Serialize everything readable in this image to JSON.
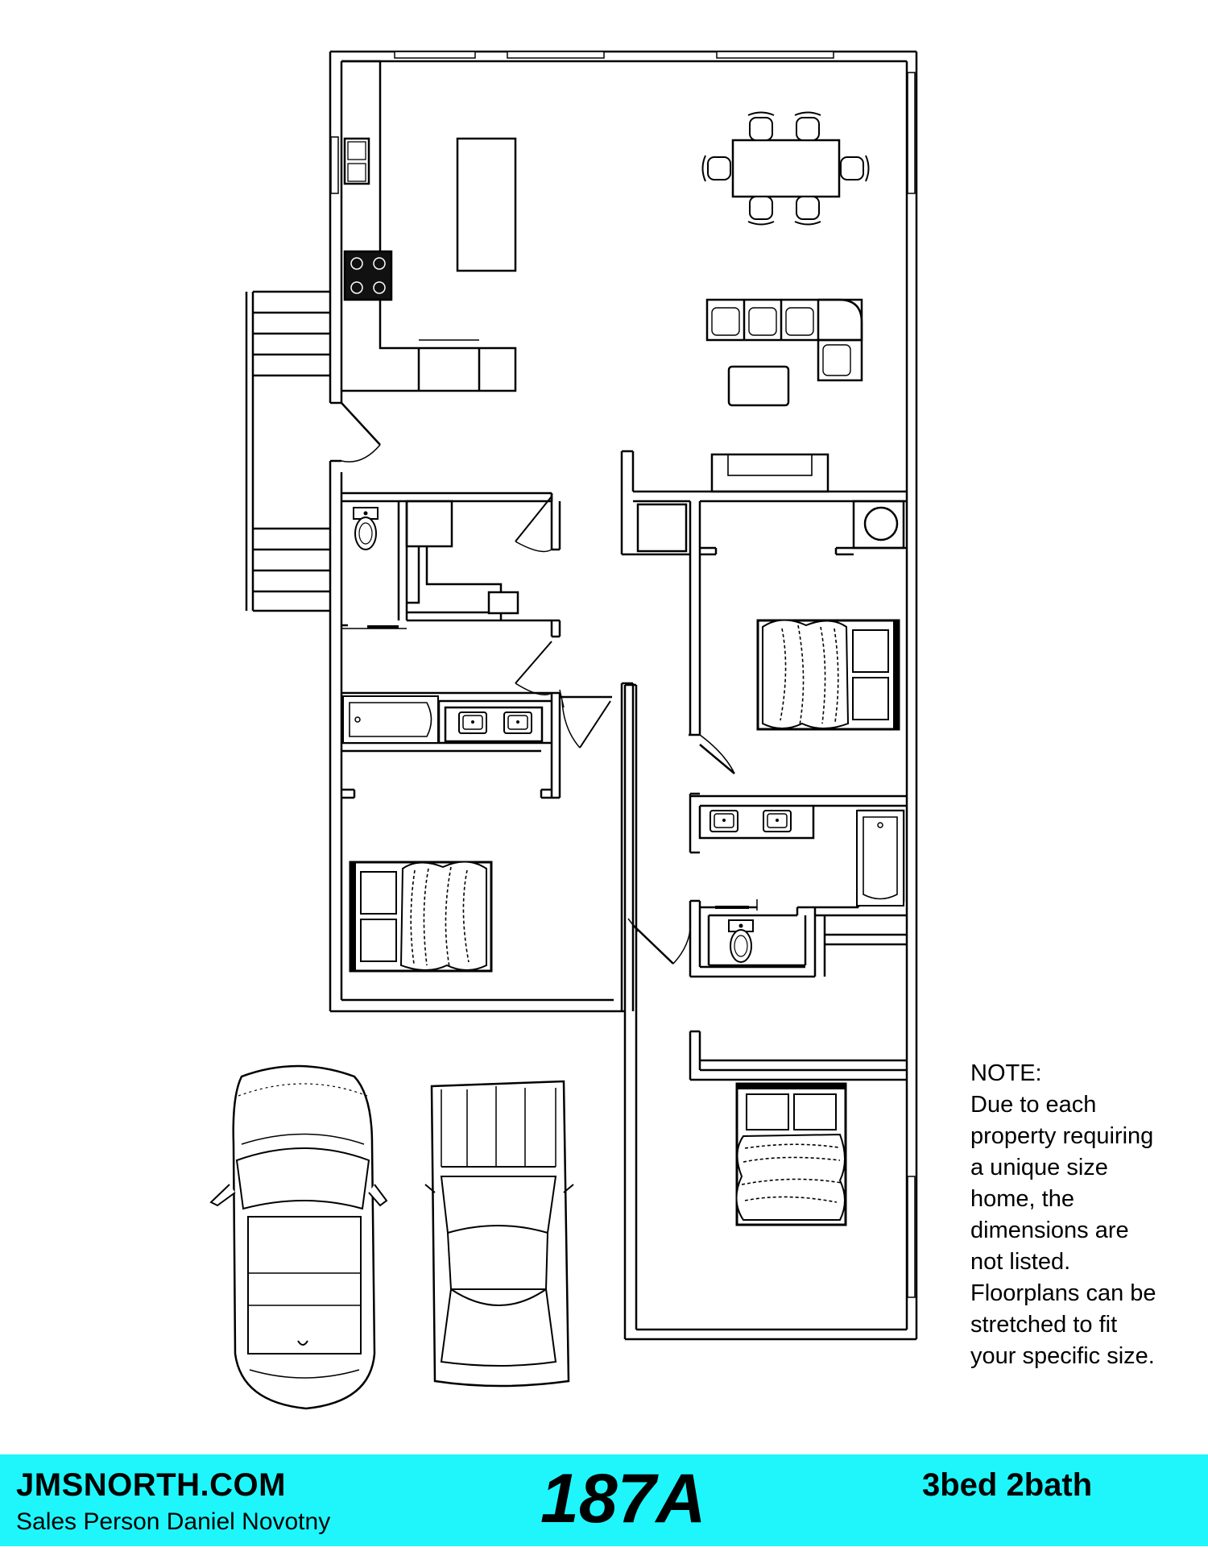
{
  "note": {
    "lines": [
      "NOTE:",
      "Due to each",
      "property requiring",
      "a unique size",
      "home, the",
      "dimensions are",
      "not listed.",
      "Floorplans can be",
      "stretched to fit",
      "your specific size."
    ]
  },
  "footer": {
    "website": "JMSNORTH.COM",
    "sales_person": "Sales Person Daniel Novotny",
    "model_number": "187A",
    "bed_bath": "3bed 2bath",
    "background_color": "#1ef6fc"
  },
  "plan": {
    "line_color": "#000000",
    "fixtures": [
      "kitchen-sink-icon",
      "stove-icon",
      "kitchen-island",
      "dining-table",
      "sectional-sofa",
      "coffee-table",
      "fireplace",
      "toilet-icon",
      "bathtub-icon",
      "double-vanity",
      "bed-icon",
      "car-icon",
      "pickup-truck-icon",
      "stairs",
      "door-swing"
    ]
  }
}
